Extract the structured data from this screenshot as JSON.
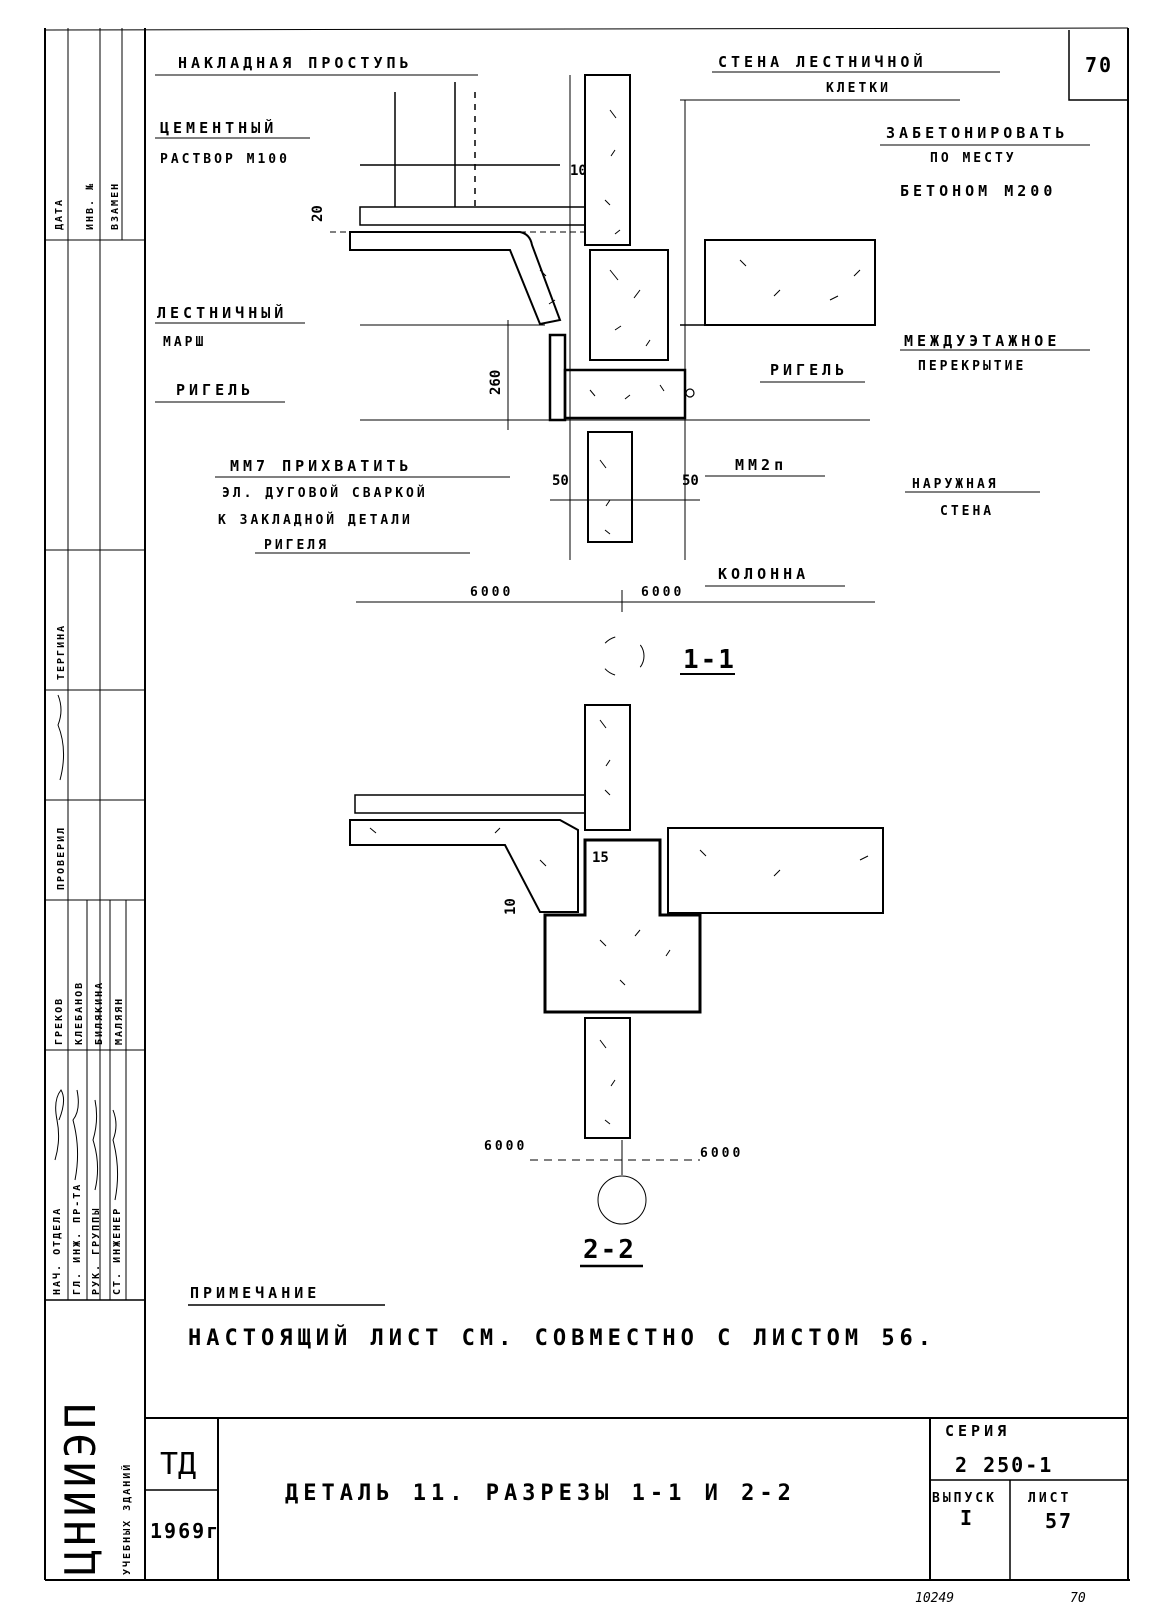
{
  "sheet": {
    "page_number": "70",
    "corner_code": "10249",
    "corner_page": "70"
  },
  "section_1": {
    "labels": {
      "nakladnaya_prostup": "НАКЛАДНАЯ ПРОСТУПЬ",
      "stena_line1": "СТЕНА ЛЕСТНИЧНОЙ",
      "stena_line2": "КЛЕТКИ",
      "cement_line1": "ЦЕМЕНТНЫЙ",
      "cement_line2": "РАСТВОР М100",
      "zabeton_line1": "ЗАБЕТОНИРОВАТЬ",
      "zabeton_line2": "ПО МЕСТУ",
      "zabeton_line3": "БЕТОНОМ М200",
      "marsh_line1": "ЛЕСТНИЧНЫЙ",
      "marsh_line2": "МАРШ",
      "perekr_line1": "МЕЖДУЭТАЖНОЕ",
      "perekr_line2": "ПЕРЕКРЫТИЕ",
      "rigel_left": "РИГЕЛЬ",
      "rigel_right": "РИГЕЛЬ",
      "weld_line1": "ММ7 ПРИХВАТИТЬ",
      "weld_line2": "ЭЛ. ДУГОВОЙ СВАРКОЙ",
      "weld_line3": "К ЗАКЛАДНОЙ ДЕТАЛИ",
      "weld_line4": "РИГЕЛЯ",
      "mm2p": "ММ2п",
      "outer_line1": "НАРУЖНАЯ",
      "outer_line2": "СТЕНА",
      "kolonna": "КОЛОННА"
    },
    "dims": {
      "d10": "10",
      "d20": "20",
      "d260": "260",
      "d50_left": "50",
      "d50_right": "50",
      "axis_left": "6000",
      "axis_right": "6000"
    },
    "title": "1-1"
  },
  "section_2": {
    "dims": {
      "d15": "15",
      "d10": "10",
      "axis_left": "6000",
      "axis_right": "6000"
    },
    "title": "2-2"
  },
  "note": {
    "heading": "ПРИМЕЧАНИЕ",
    "text": "НАСТОЯЩИЙ ЛИСТ СМ. СОВМЕСТНО С ЛИСТОМ 56."
  },
  "title_block": {
    "organization": "ЦНИИЭП",
    "org_sub": "УЧЕБНЫХ ЗДАНИЙ",
    "td": "ТД",
    "year": "1969г",
    "title": "ДЕТАЛЬ 11. РАЗРЕЗЫ 1-1 И 2-2",
    "series_label": "СЕРИЯ",
    "series_value": "2 250-1",
    "issue_label": "ВЫПУСК",
    "issue_value": "I",
    "sheet_label": "ЛИСТ",
    "sheet_value": "57"
  },
  "stamp": {
    "roles": [
      "НАЧ. ОТДЕЛА",
      "ГЛ. ИНЖ. ПР-ТА",
      "РУК. ГРУППЫ",
      "СТ. ИНЖЕНЕР"
    ],
    "names": [
      "ГРЕКОВ",
      "КЛЕБАНОВ",
      "БИЛЯКИНА",
      "МАЛЯЯН"
    ],
    "check_label": "ПРОВЕРИЛ",
    "tergina": "ТЕРГИНА",
    "margin_labels": [
      "ДАТА",
      "ИНВ. №",
      "ВЗАМЕН"
    ]
  }
}
